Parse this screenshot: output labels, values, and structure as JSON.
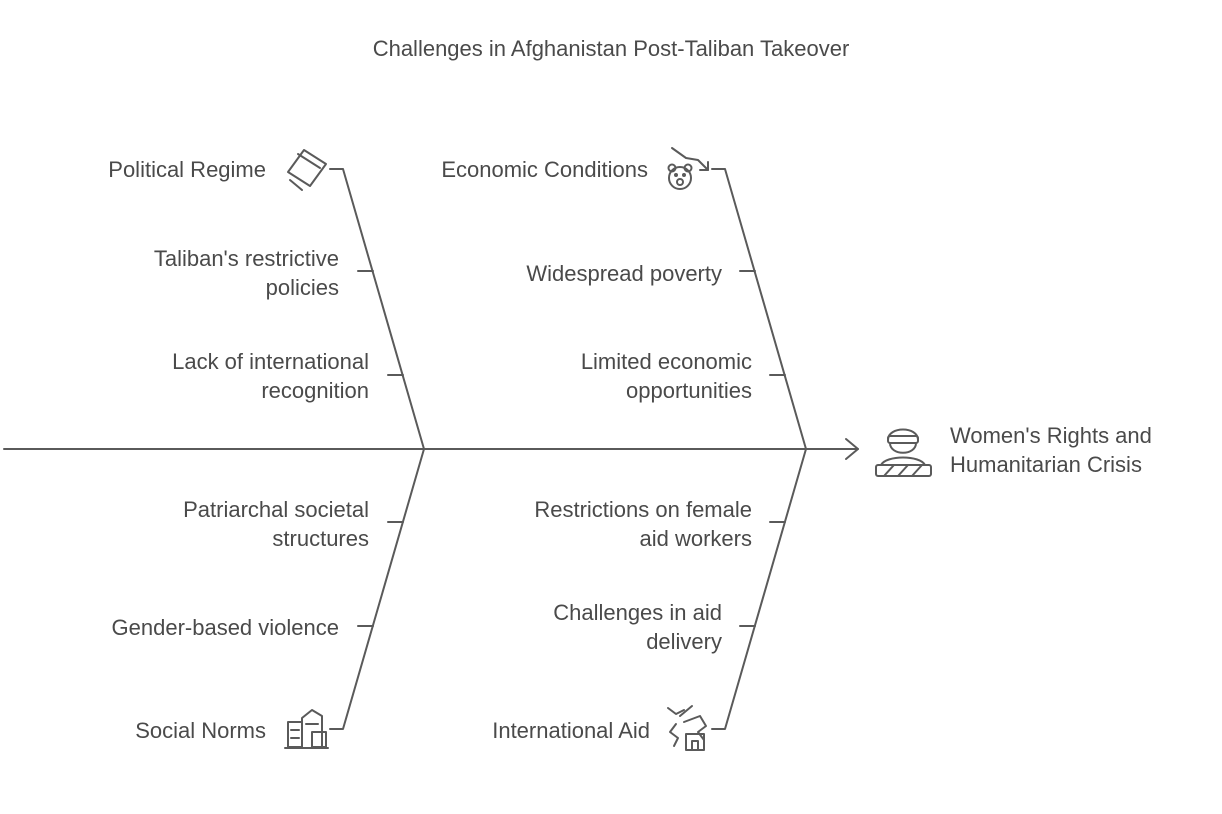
{
  "title": "Challenges in Afghanistan Post-Taliban Takeover",
  "effect": {
    "label": "Women's Rights and\nHumanitarian Crisis",
    "icon": "woman-icon"
  },
  "categories": [
    {
      "label": "Political Regime",
      "icon": "diamond-flag-icon",
      "causes": [
        "Taliban's restrictive\npolicies",
        "Lack of international\nrecognition"
      ]
    },
    {
      "label": "Economic Conditions",
      "icon": "bear-market-icon",
      "causes": [
        "Widespread poverty",
        "Limited economic\nopportunities"
      ]
    },
    {
      "label": "Social Norms",
      "icon": "buildings-icon",
      "causes": [
        "Patriarchal societal\nstructures",
        "Gender-based violence"
      ]
    },
    {
      "label": "International Aid",
      "icon": "broken-house-icon",
      "causes": [
        "Restrictions on female\naid workers",
        "Challenges in aid\ndelivery"
      ]
    }
  ],
  "colors": {
    "line": "#5a5a5a",
    "text": "#4a4a4a"
  }
}
